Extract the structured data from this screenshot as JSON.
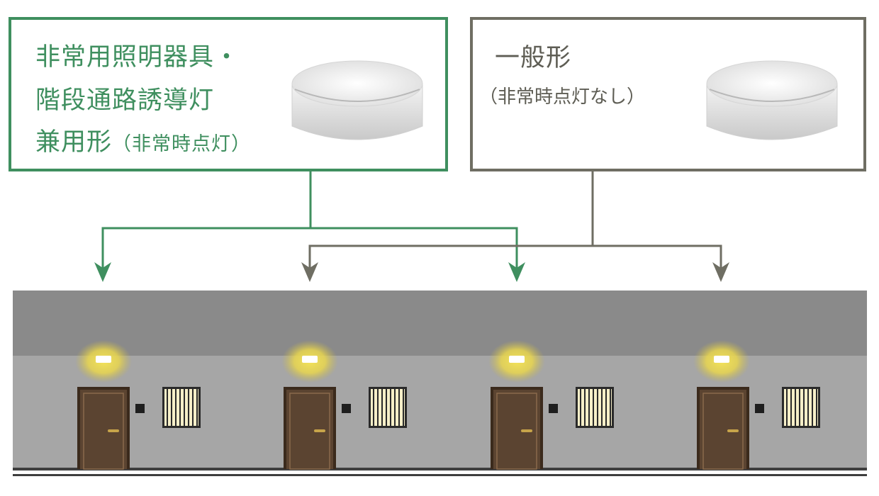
{
  "emergency_box": {
    "title_line1": "非常用照明器具・",
    "title_line2": "階段通路誘導灯",
    "title_line3": "兼用形",
    "note": "（非常時点灯）"
  },
  "general_box": {
    "title": "一般形",
    "note": "（非常時点灯なし）"
  },
  "colors": {
    "emergency": "#3f8f5f",
    "general": "#6f6e63",
    "ceiling": "#8a8a8a",
    "wall": "#a6a6a6",
    "door": "#5b4431",
    "light_glow": "#f3e35a"
  },
  "corridor": {
    "light_types": [
      "emergency",
      "general",
      "emergency",
      "general"
    ]
  }
}
